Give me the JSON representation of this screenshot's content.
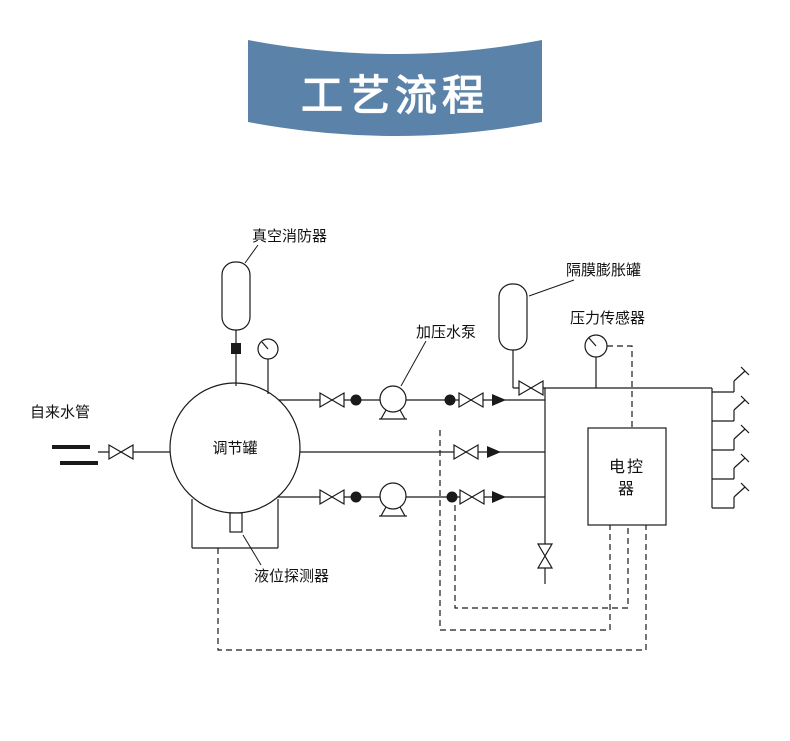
{
  "banner": {
    "title": "工艺流程",
    "color": "#5b83a9",
    "text_color": "#ffffff"
  },
  "diagram": {
    "labels": {
      "vacuum_breaker": "真空消防器",
      "expansion_tank": "隔膜膨胀罐",
      "pressure_sensor": "压力传感器",
      "booster_pump": "加压水泵",
      "tap_water_pipe": "自来水管",
      "regulating_tank": "调节罐",
      "level_detector": "液位探测器",
      "controller_line1": "电控",
      "controller_line2": "器"
    },
    "colors": {
      "line": "#1a1a1a",
      "background": "#ffffff"
    }
  }
}
